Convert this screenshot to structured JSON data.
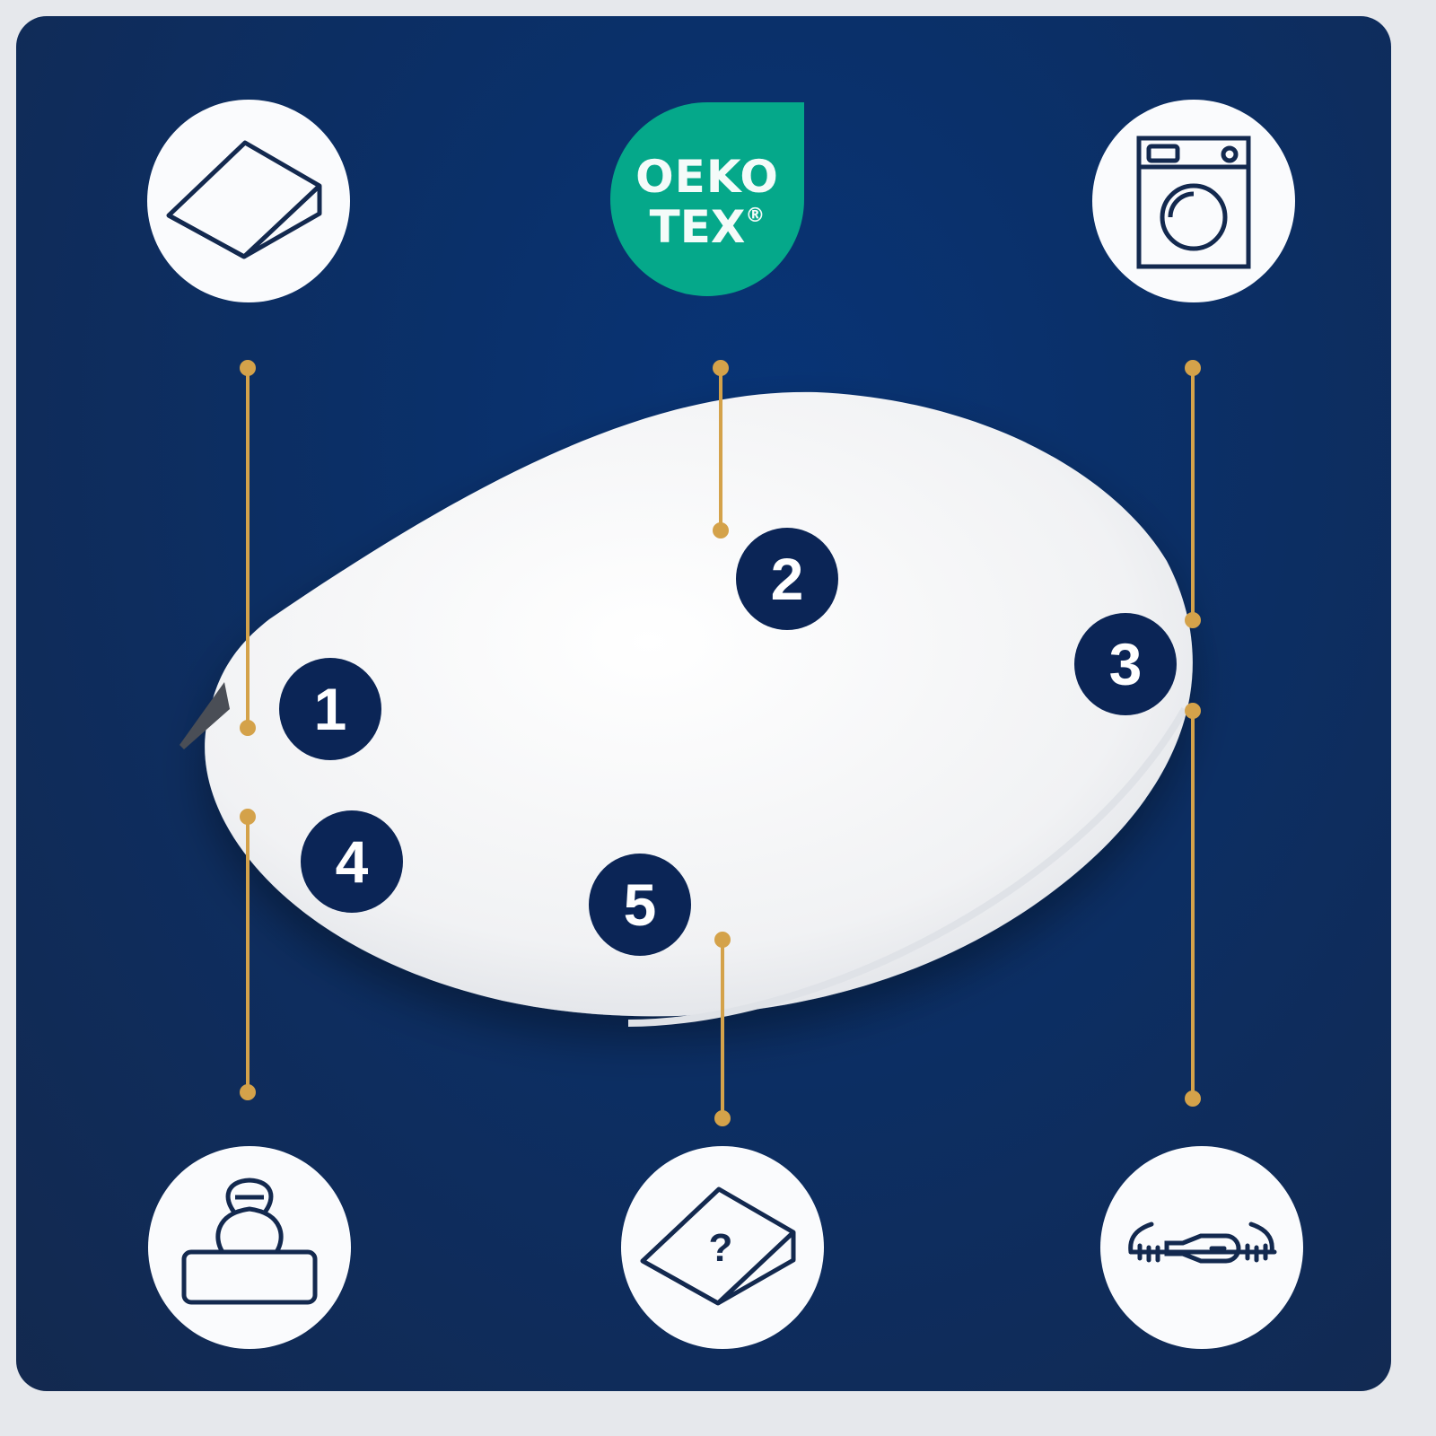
{
  "badge": {
    "line1": "OEKO",
    "line2": "TEX",
    "mark": "®"
  },
  "numbers": [
    "1",
    "2",
    "3",
    "4",
    "5"
  ],
  "icons": {
    "top_left": "wedge-icon",
    "top_center": "oeko-tex-logo",
    "top_right": "washing-machine-icon",
    "bottom_left": "kettlebell-on-foam-icon",
    "bottom_center": "wedge-question-icon",
    "bottom_right": "zipper-icon"
  },
  "colors": {
    "background": "#0b2f66",
    "accent_line": "#d4a24a",
    "badge": "#05a88a",
    "number_circle": "#0b2556"
  }
}
